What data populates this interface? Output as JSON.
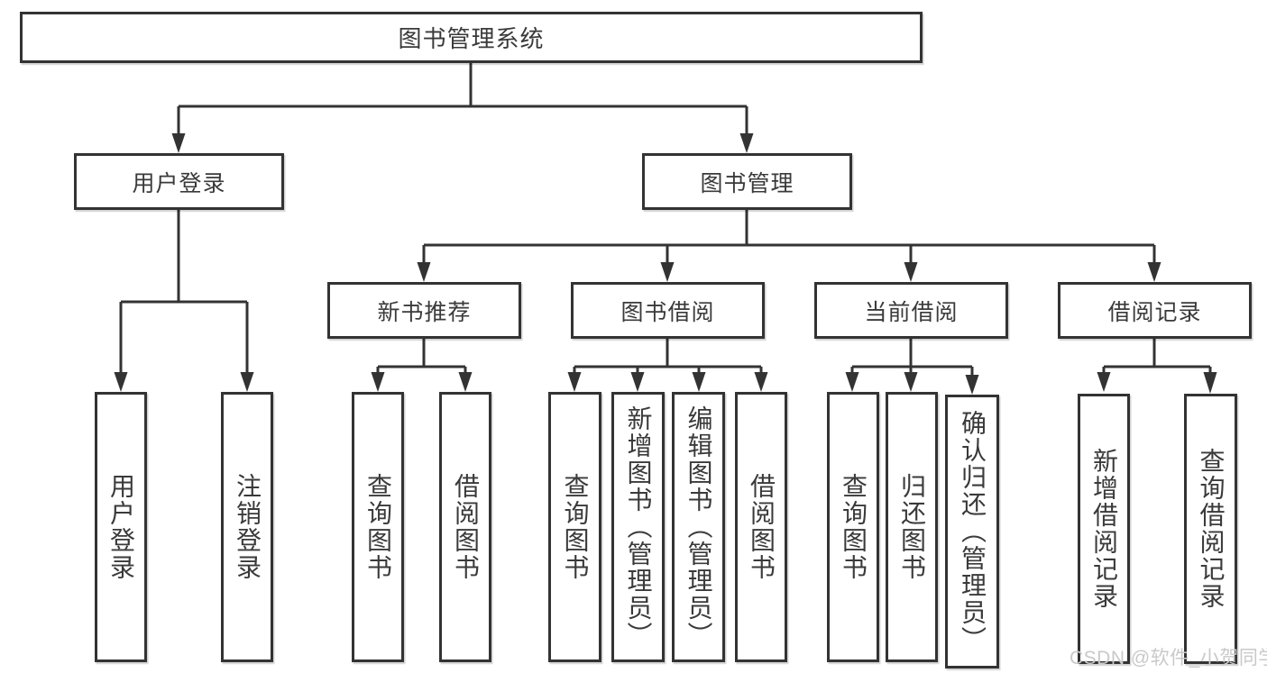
{
  "colors": {
    "line": "#333333",
    "text": "#3a3a3a",
    "bg": "#ffffff",
    "watermark": "#c9c9c9"
  },
  "root": {
    "label": "图书管理系统"
  },
  "level2": [
    {
      "label": "用户登录"
    },
    {
      "label": "图书管理"
    }
  ],
  "level3": [
    {
      "label": "新书推荐",
      "parent": "图书管理"
    },
    {
      "label": "图书借阅",
      "parent": "图书管理"
    },
    {
      "label": "当前借阅",
      "parent": "图书管理"
    },
    {
      "label": "借阅记录",
      "parent": "图书管理"
    }
  ],
  "leaves": [
    {
      "label": "用户登录",
      "parent": "用户登录"
    },
    {
      "label": "注销登录",
      "parent": "用户登录"
    },
    {
      "label": "查询图书",
      "parent": "新书推荐"
    },
    {
      "label": "借阅图书",
      "parent": "新书推荐"
    },
    {
      "label": "查询图书",
      "parent": "图书借阅"
    },
    {
      "label": "新增图书（管理员）",
      "parent": "图书借阅"
    },
    {
      "label": "编辑图书（管理员）",
      "parent": "图书借阅"
    },
    {
      "label": "借阅图书",
      "parent": "图书借阅"
    },
    {
      "label": "查询图书",
      "parent": "当前借阅"
    },
    {
      "label": "归还图书",
      "parent": "当前借阅"
    },
    {
      "label": "确认归还（管理员）",
      "parent": "当前借阅"
    },
    {
      "label": "新增借阅记录",
      "parent": "借阅记录"
    },
    {
      "label": "查询借阅记录",
      "parent": "借阅记录"
    }
  ],
  "watermark": "CSDN @软件_小贺同学"
}
